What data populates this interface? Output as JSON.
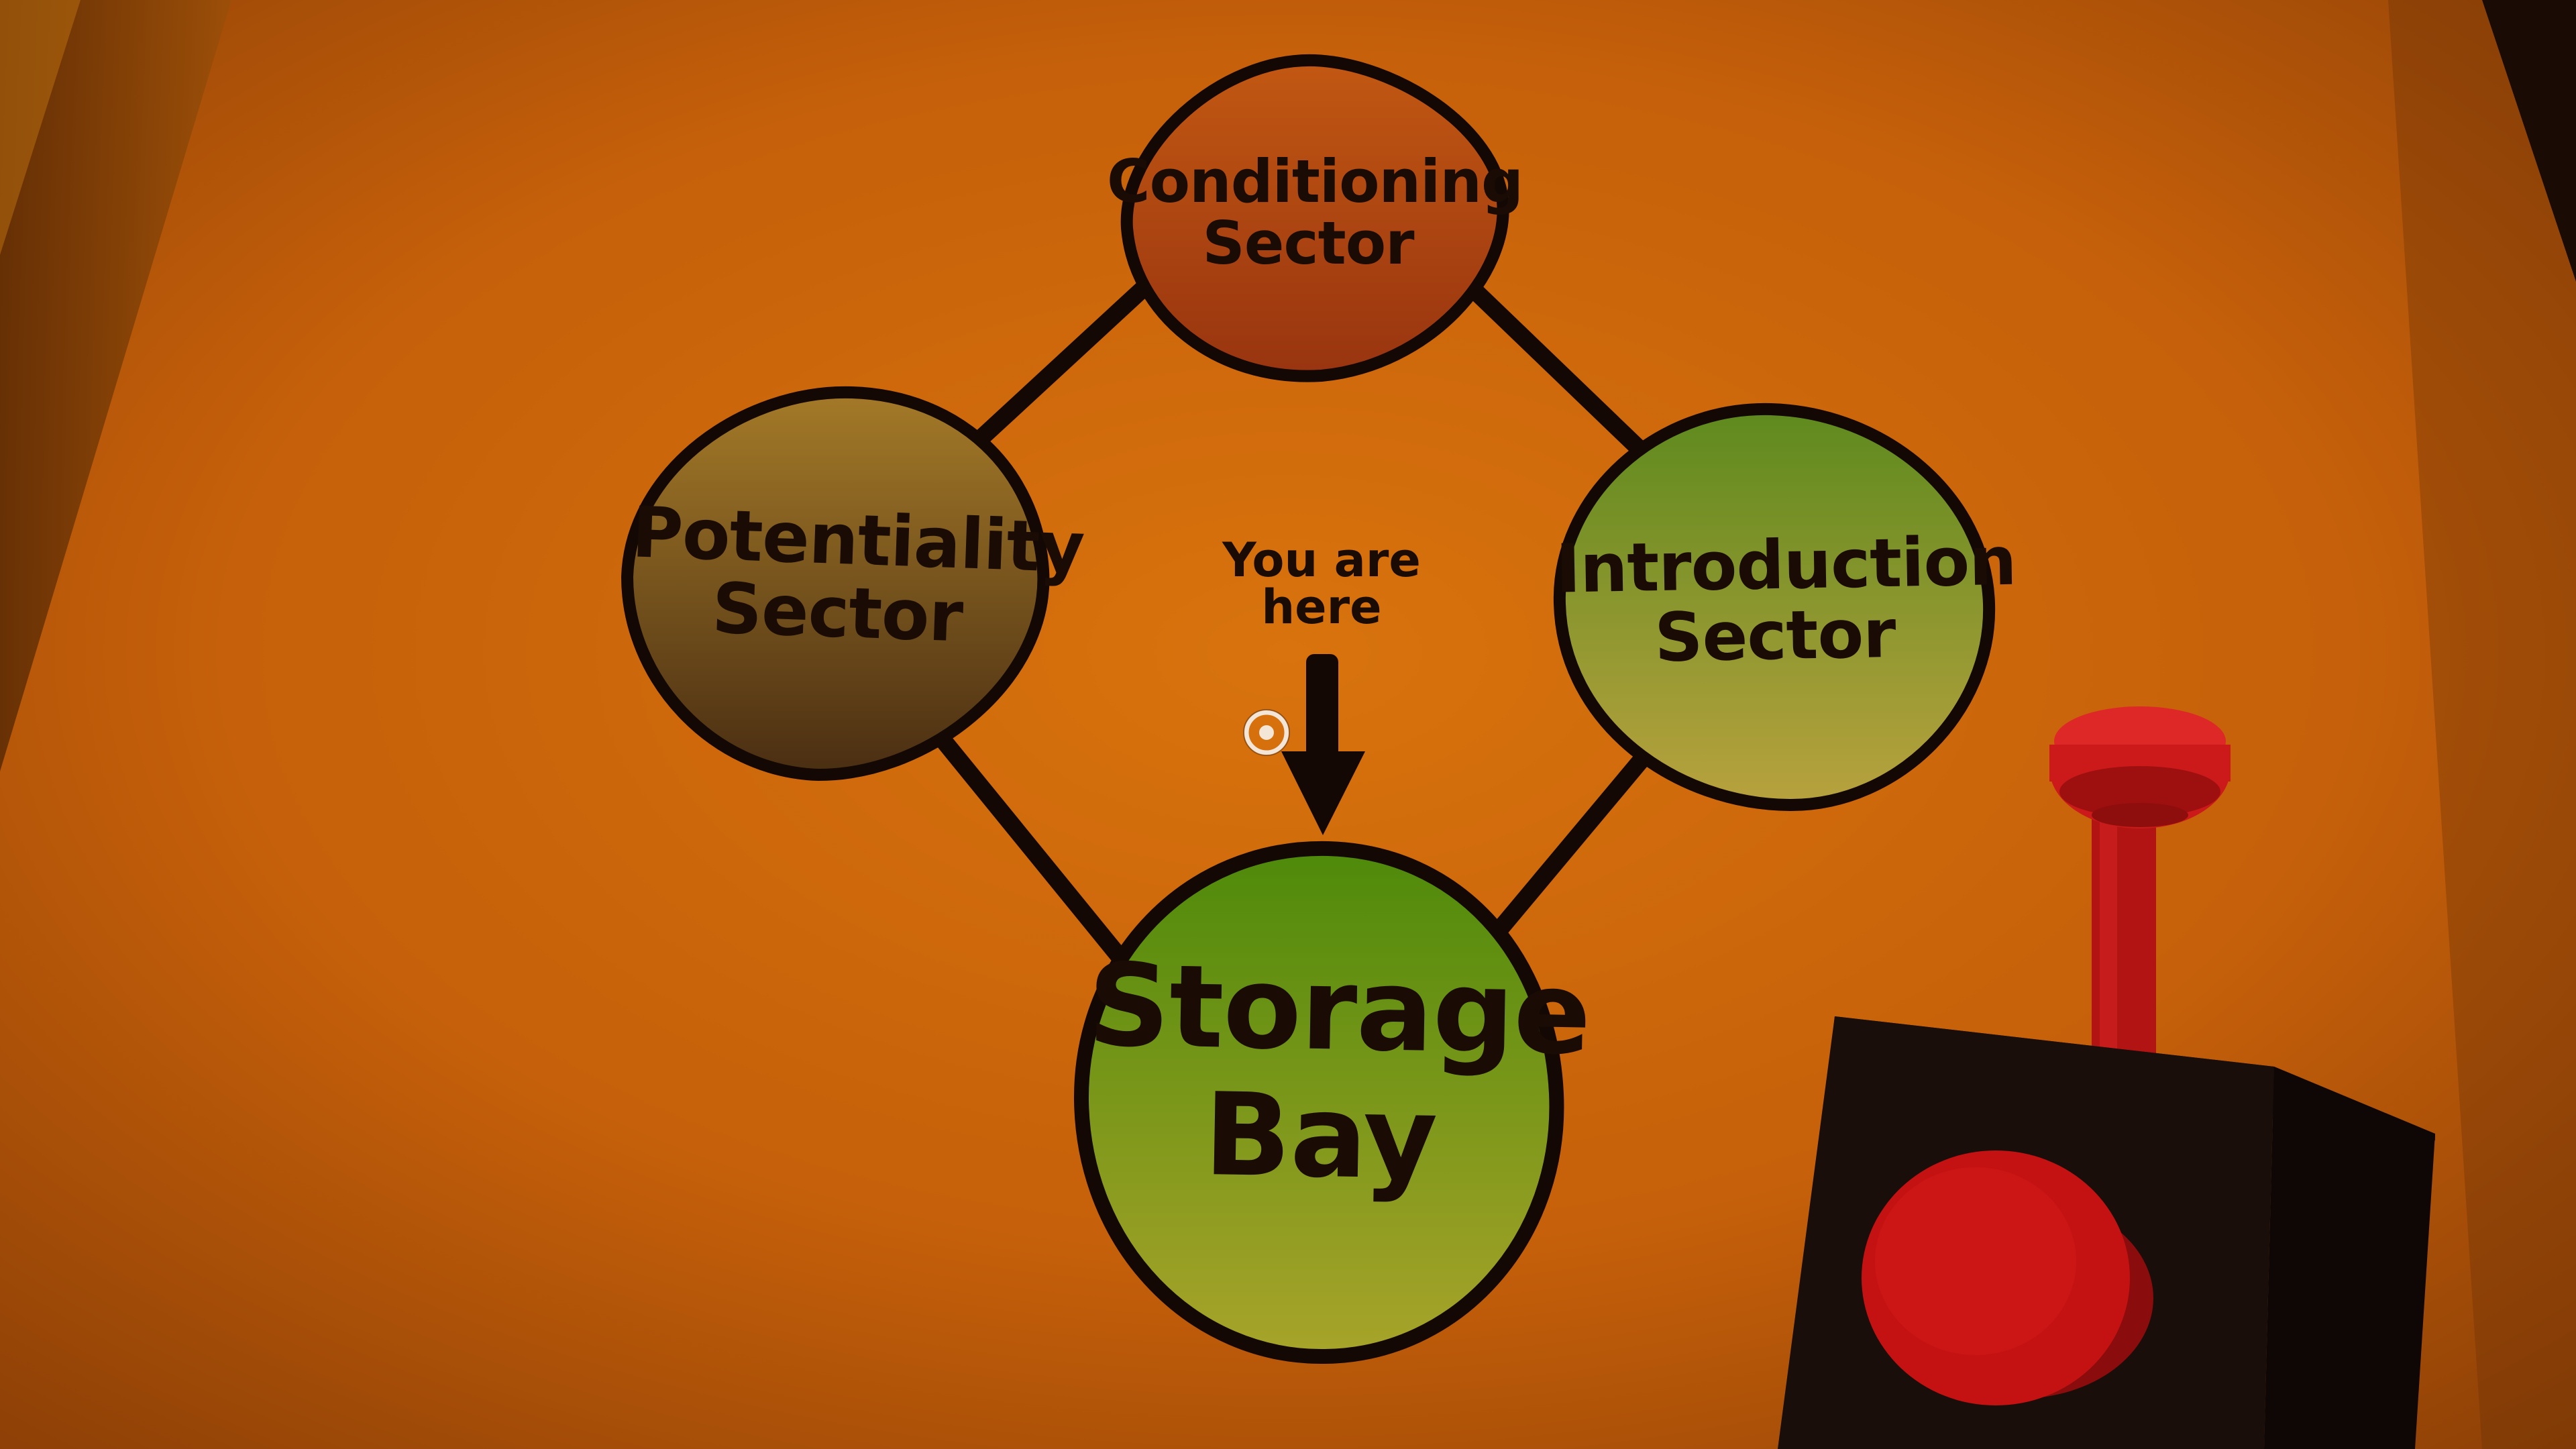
{
  "map": {
    "nodes": {
      "conditioning": {
        "line1": "Conditioning",
        "line2": "Sector",
        "color": "#b04a10"
      },
      "potentiality": {
        "line1": "Potentiality",
        "line2": "Sector",
        "color": "#7a5418"
      },
      "introduction": {
        "line1": "Introduction",
        "line2": "Sector",
        "color": "#8aa035"
      },
      "storage": {
        "line1": "Storage",
        "line2": "Bay",
        "color": "#6e9a14"
      }
    },
    "marker": {
      "line1": "You are",
      "line2": "here"
    }
  },
  "crosshair": {
    "icon": "crosshair-icon"
  },
  "colors": {
    "wall": "#d06a0a",
    "outline": "#120804",
    "lever_red": "#c61818",
    "console": "#1a0e0a"
  }
}
